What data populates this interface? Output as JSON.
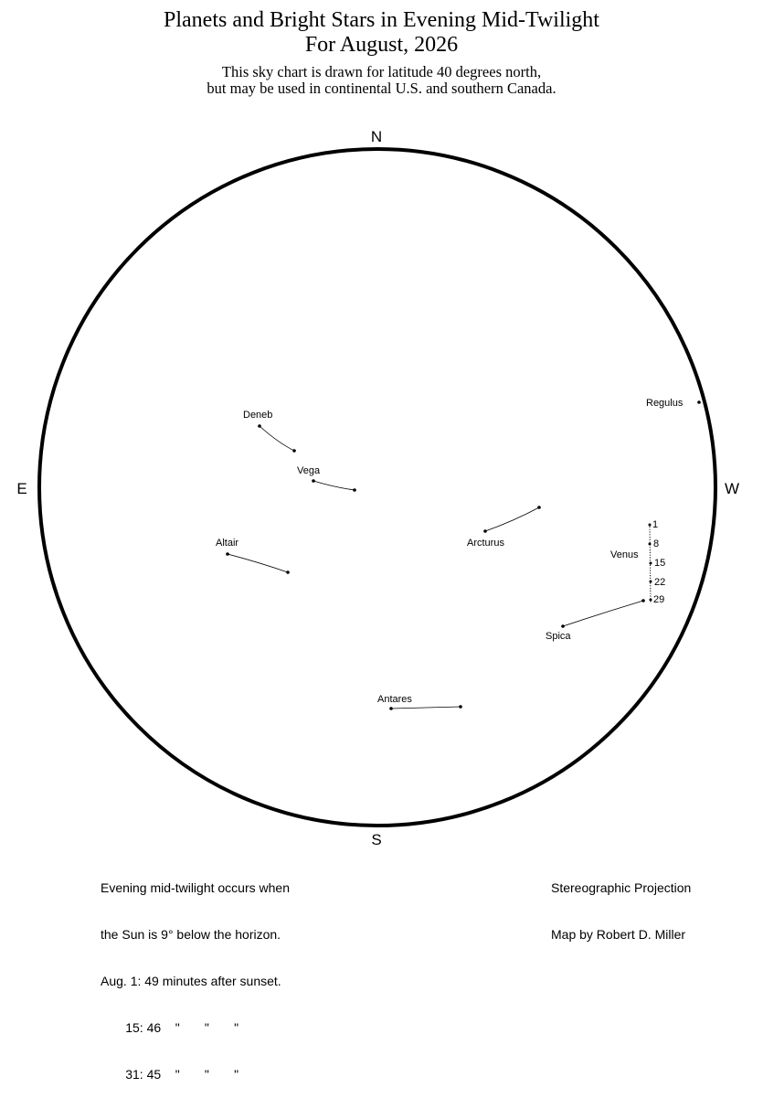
{
  "header": {
    "title_line1": "Planets and Bright Stars in Evening Mid-Twilight",
    "title_line2": "For August, 2026",
    "subtitle_line1": "This sky chart is drawn for latitude 40 degrees north,",
    "subtitle_line2": "but may be used in continental U.S. and southern Canada."
  },
  "directions": {
    "north": "N",
    "south": "S",
    "east": "E",
    "west": "W"
  },
  "stars": {
    "deneb": "Deneb",
    "vega": "Vega",
    "altair": "Altair",
    "arcturus": "Arcturus",
    "antares": "Antares",
    "spica": "Spica",
    "regulus": "Regulus"
  },
  "planet": {
    "name": "Venus",
    "dates": [
      "1",
      "8",
      "15",
      "22",
      "29"
    ]
  },
  "notes_left": {
    "line1": "Evening mid-twilight occurs when",
    "line2": "the Sun is 9° below the horizon.",
    "line3": "Aug. 1: 49 minutes after sunset.",
    "line4": "       15: 46    \"       \"       \"",
    "line5": "       31: 45    \"       \"       \""
  },
  "notes_right": {
    "line1": "Stereographic Projection",
    "line2": "Map by Robert D. Miller"
  }
}
